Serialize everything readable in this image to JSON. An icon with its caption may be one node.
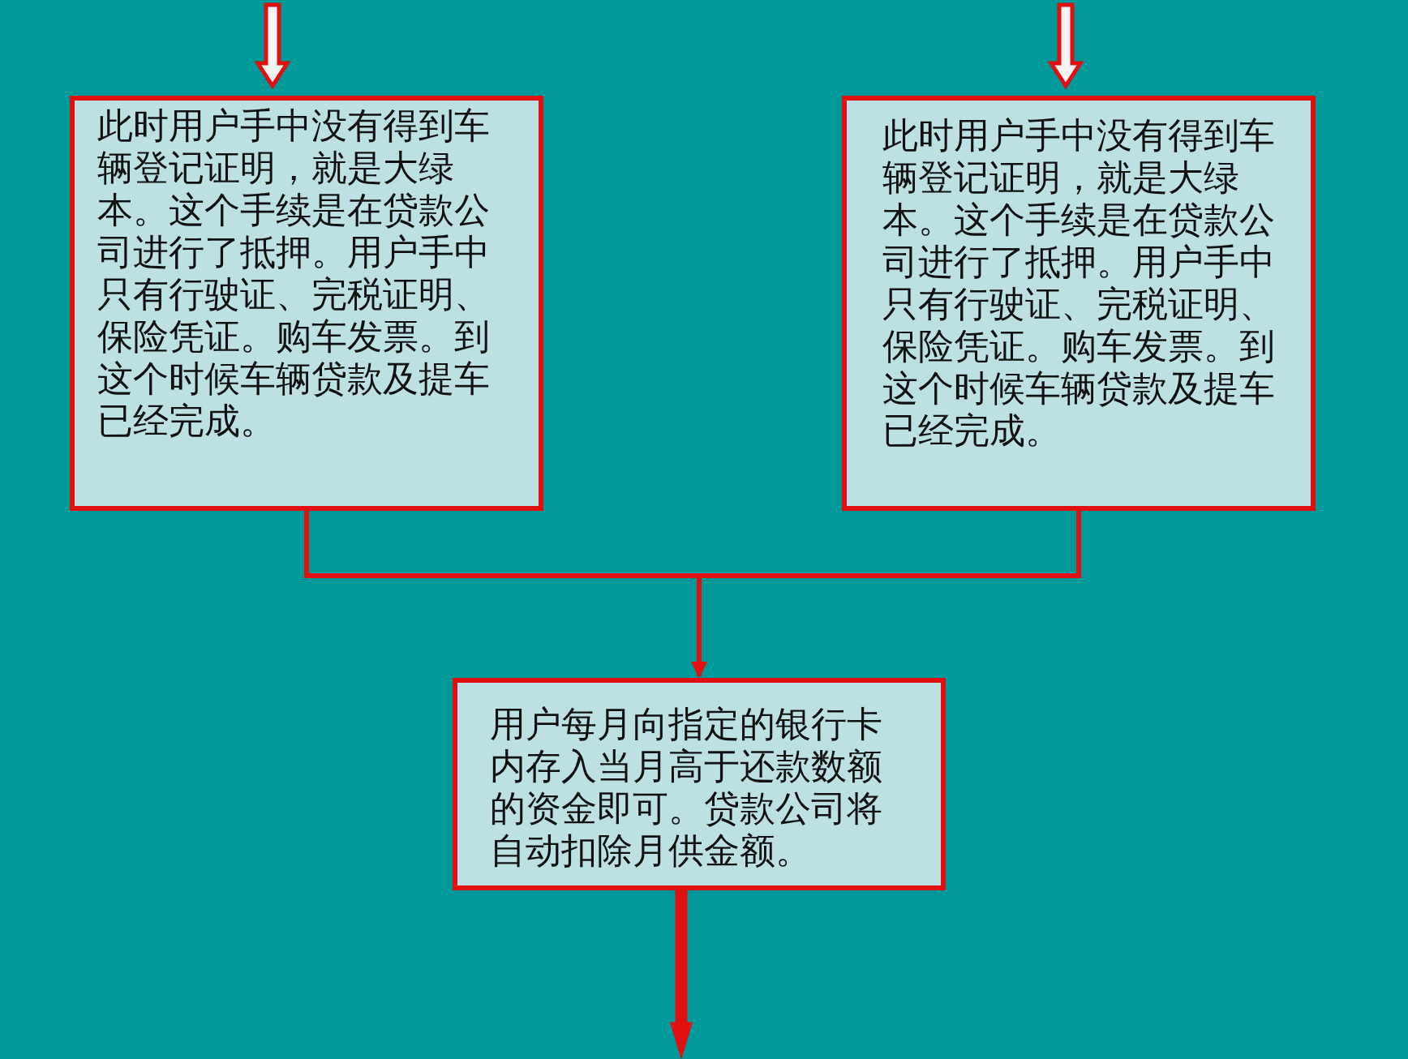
{
  "diagram": {
    "nodes": [
      {
        "text": [
          "此时用户手中没有得到车辆登记证明，就是大绿本。这个手续是在贷款公司进行了抵押。用户手中只有行驶证、完税证明、保险凭证。购车发票。到这个时候车辆贷款及提车已经完成。"
        ]
      },
      {
        "text": [
          "此时用户手中没有得到车辆登记证明，就是大绿本。这个手续是在贷款公司进行了抵押。用户手中只有行驶证、完税证明、保险凭证。购车发票。到这个时候车辆贷款及提车已经完成。"
        ]
      },
      {
        "text": [
          "用户每月向指定的银行卡内存入当月高于还款数额的资金即可。贷款公司将自动扣除月供金额。"
        ]
      }
    ],
    "edges": [
      {
        "from": null,
        "to": 0,
        "arrow": "to",
        "style": "thick"
      },
      {
        "from": null,
        "to": 1,
        "arrow": "to",
        "style": "thick"
      },
      {
        "from": 0,
        "to": 2,
        "arrow": "to"
      },
      {
        "from": 1,
        "to": 2,
        "arrow": "to"
      },
      {
        "from": 2,
        "to": null,
        "arrow": "to",
        "style": "thick"
      }
    ]
  }
}
